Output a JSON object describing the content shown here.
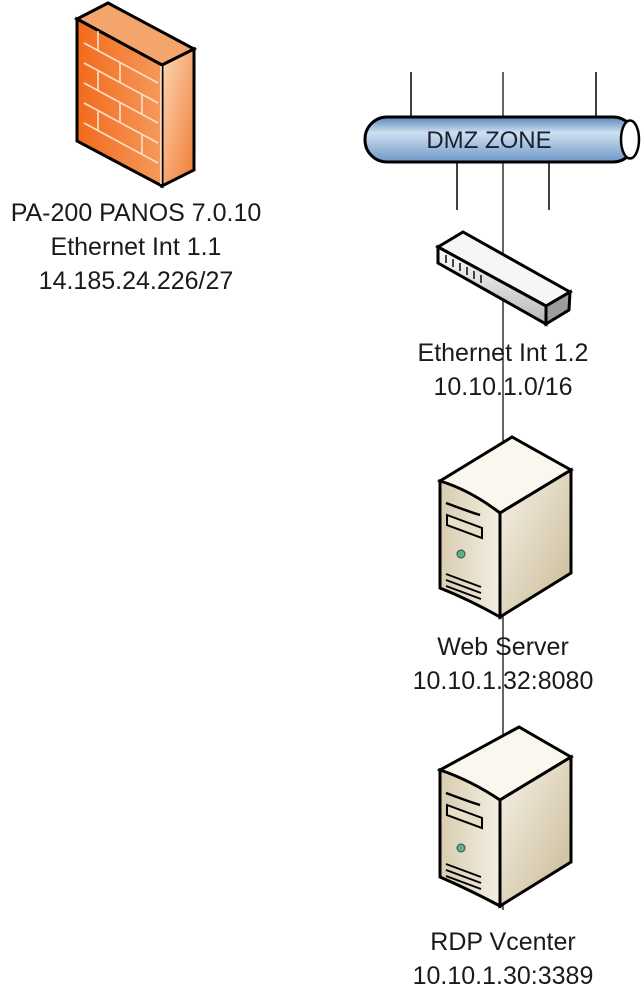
{
  "diagram": {
    "title": "DMZ network topology",
    "nodes": [
      {
        "id": "firewall",
        "type": "firewall",
        "lines": [
          "PA-200 PANOS 7.0.10",
          "Ethernet Int 1.1",
          "14.185.24.226/27"
        ]
      },
      {
        "id": "dmz-zone",
        "type": "network-segment",
        "label": "DMZ ZONE"
      },
      {
        "id": "switch",
        "type": "switch",
        "lines": [
          "Ethernet Int 1.2",
          "10.10.1.0/16"
        ]
      },
      {
        "id": "web-server",
        "type": "server",
        "lines": [
          "Web Server",
          "10.10.1.32:8080"
        ]
      },
      {
        "id": "rdp-vcenter",
        "type": "server",
        "lines": [
          "RDP Vcenter",
          "10.10.1.30:3389"
        ]
      }
    ],
    "connections": [
      {
        "from": "dmz-zone",
        "to": "switch"
      },
      {
        "from": "switch",
        "to": "web-server"
      },
      {
        "from": "web-server",
        "to": "rdp-vcenter"
      }
    ],
    "colors": {
      "firewall": "#f07a30",
      "zone_pipe": "#9dbfe0",
      "server": "#e6dcc4",
      "switch": "#e8e8e8",
      "line": "#000000"
    }
  }
}
